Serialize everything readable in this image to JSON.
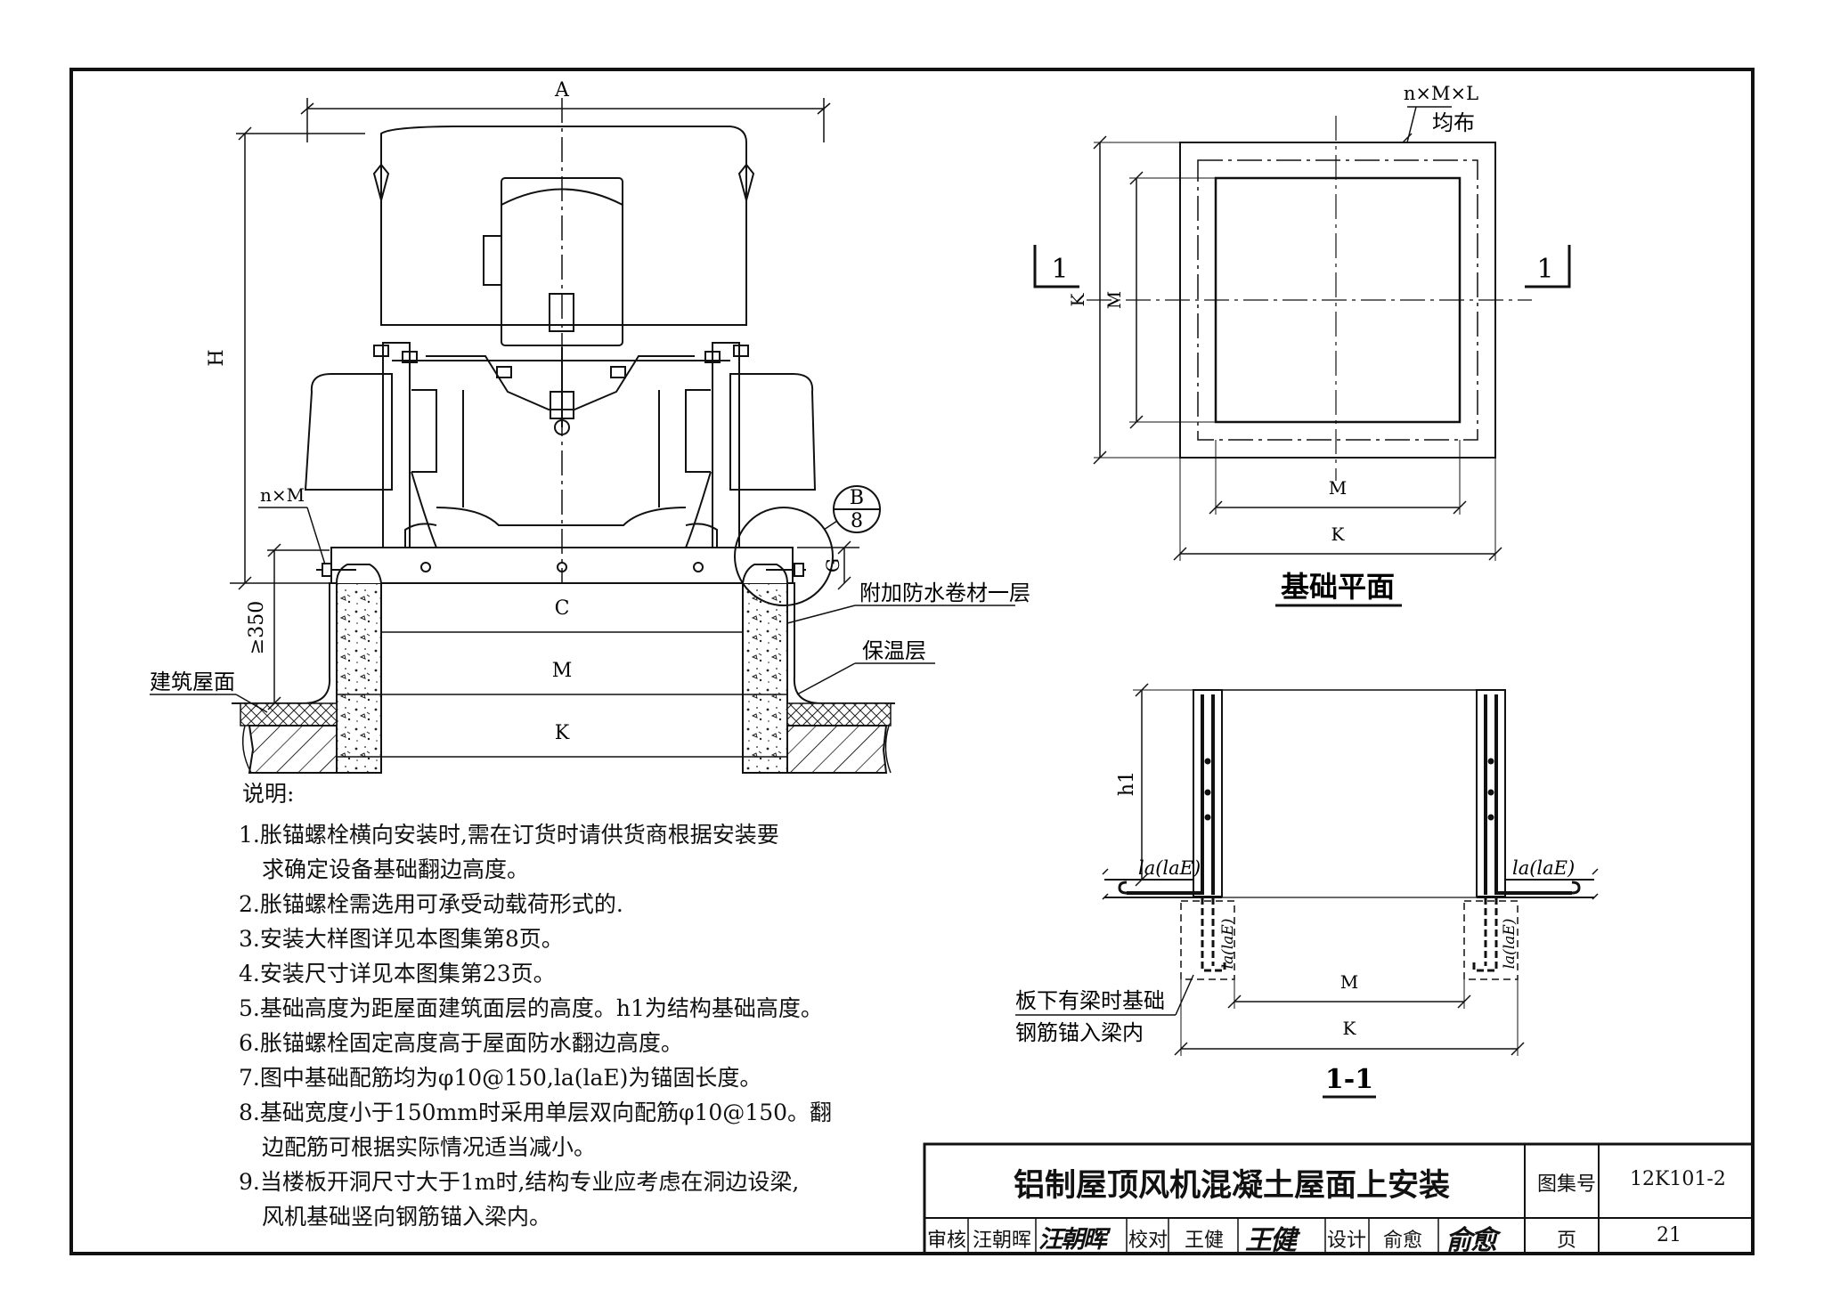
{
  "elevation": {
    "dim_A": "A",
    "dim_H": "H",
    "dim_C": "C",
    "dim_M": "M",
    "dim_K": "K",
    "dim_G": "G",
    "dim_350": "≥350",
    "bolt_label": "n×M",
    "detail_num": "B",
    "detail_sheet": "8",
    "label_waterproof": "附加防水卷材一层",
    "label_insulation": "保温层",
    "label_roof": "建筑屋面"
  },
  "plan": {
    "bolt_label": "n×M×L",
    "bolt_label2": "均布",
    "dim_K_side": "K",
    "dim_M_side": "M",
    "dim_M_bottom": "M",
    "dim_K_bottom": "K",
    "section_mark": "1",
    "title": "基础平面"
  },
  "section": {
    "dim_h1": "h1",
    "anchor_left": "la(laE)",
    "anchor_right": "la(laE)",
    "anchor_beam": "la(laE)",
    "dim_M": "M",
    "dim_K": "K",
    "beam_note_1": "板下有梁时基础",
    "beam_note_2": "钢筋锚入梁内",
    "title": "1-1"
  },
  "notes": {
    "title": "说明:",
    "lines": [
      "1.胀锚螺栓横向安装时,需在订货时请供货商根据安装要",
      "求确定设备基础翻边高度。",
      "2.胀锚螺栓需选用可承受动载荷形式的.",
      "3.安装大样图详见本图集第8页。",
      "4.安装尺寸详见本图集第23页。",
      "5.基础高度为距屋面建筑面层的高度。h1为结构基础高度。",
      "6.胀锚螺栓固定高度高于屋面防水翻边高度。",
      "7.图中基础配筋均为φ10@150,la(laE)为锚固长度。",
      "8.基础宽度小于150mm时采用单层双向配筋φ10@150。翻",
      "边配筋可根据实际情况适当减小。",
      "9.当楼板开洞尺寸大于1m时,结构专业应考虑在洞边设梁,",
      "风机基础竖向钢筋锚入梁内。"
    ]
  },
  "title_block": {
    "drawing_title": "铝制屋顶风机混凝土屋面上安装",
    "atlas_label": "图集号",
    "atlas_no": "12K101-2",
    "review_label": "审核",
    "reviewer": "汪朝晖",
    "reviewer_sig": "汪朝晖",
    "check_label": "校对",
    "checker": "王健",
    "checker_sig": "王健",
    "design_label": "设计",
    "designer": "俞愈",
    "designer_sig": "俞愈",
    "page_label": "页",
    "page_no": "21"
  }
}
